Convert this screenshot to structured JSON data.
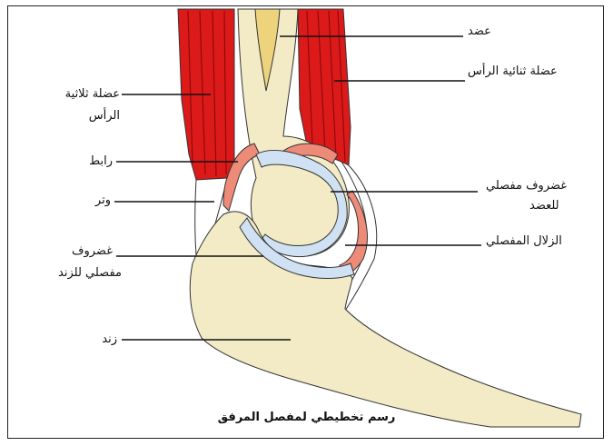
{
  "labels": {
    "humerus": "عضد",
    "biceps": "عضلة ثنائية الرأس",
    "triceps_line1": "عضلة ثلاثية",
    "triceps_line2": "الرأس",
    "ligament": "رابط",
    "humerus_cartilage_line1": "غضروف مفصلي",
    "humerus_cartilage_line2": "للعضد",
    "tendon": "وتر",
    "synovial": "الزلال المفصلي",
    "ulna_cartilage_line1": "غضروف",
    "ulna_cartilage_line2": "مفصلي للزند",
    "ulna": "زند"
  },
  "caption": "رسم تخطيطي لمفصل المرفق",
  "colors": {
    "muscle": "#dd1a1a",
    "muscle_stripe": "#8e0a0a",
    "bone": "#f2ebc6",
    "marrow": "#eed37d",
    "ligament": "#ee8b78",
    "cartilage": "#cfe1f3",
    "outline": "#333333"
  }
}
